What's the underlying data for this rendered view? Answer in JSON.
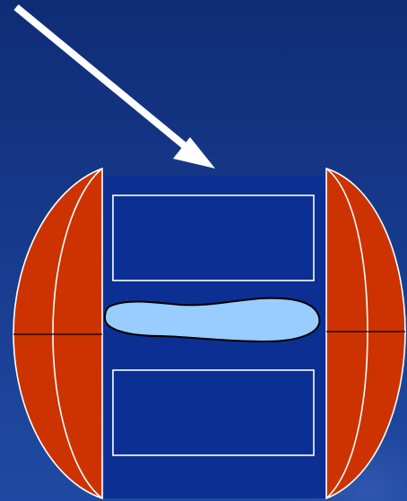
{
  "colors": {
    "background_top": "#0f2c76",
    "background_bottom": "#1f4aa3",
    "swirl": "#3558ad",
    "panel": "#0b2f93",
    "end_cap": "#cc3300",
    "outline": "#ffffff",
    "dark_edge": "#000000",
    "sample": "#99ccff",
    "arrow": "#ffffff"
  },
  "icons": {
    "arrow": "diagonal-arrow-icon",
    "left_cap": "left-end-cap",
    "right_cap": "right-end-cap",
    "sample": "sample-blob"
  }
}
